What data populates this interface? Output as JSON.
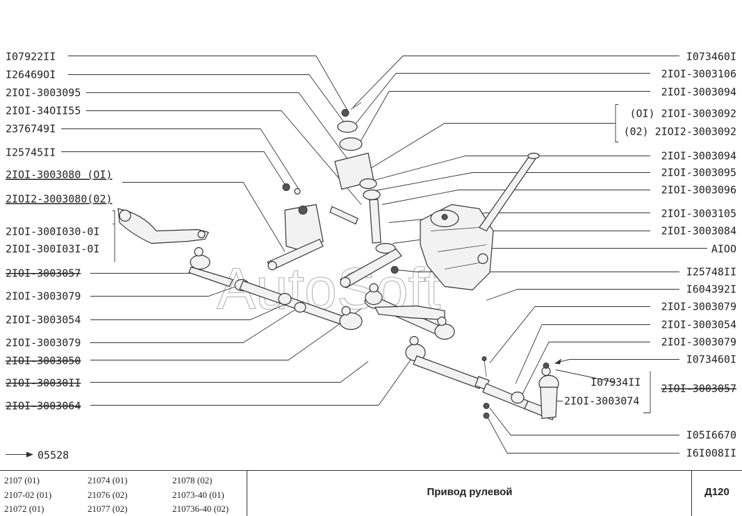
{
  "labels_left": [
    "I07922II",
    "I26469OI",
    "2IOI-3003095",
    "2IOI-34OII55",
    "2376749I",
    "I25745II",
    "2IOI-3003080 (OI)",
    "2IOI2-3003080(02)",
    "2IOI-300I030-0I",
    "2IOI-300I03I-0I",
    "2IOI-3003057",
    "2IOI-3003079",
    "2IOI-3003054",
    "2IOI-3003079",
    "2IOI-3003050",
    "2IOI-30030II",
    "2IOI-3003064"
  ],
  "labels_right": [
    "I073460I",
    "2IOI-3003106",
    "2IOI-3003094",
    "(OI)  2IOI-3003092",
    "(02) 2IOI2-3003092",
    "2IOI-3003094",
    "2IOI-3003095",
    "2IOI-3003096",
    "2IOI-3003105",
    "2IOI-3003084",
    "AIOO",
    "I25748II",
    "I604392I",
    "2IOI-3003079",
    "2IOI-3003054",
    "2IOI-3003079",
    "I073460I",
    "I05I6670",
    "I6I008II"
  ],
  "labels_inner": [
    "I07934II",
    "2IOI-3003074",
    "2IOI-3003057"
  ],
  "ref_note": "05528",
  "watermark": "AutoSoft",
  "footer": {
    "models": [
      [
        "2107 (01)",
        "21074 (01)",
        "21078 (02)"
      ],
      [
        "2107-02 (01)",
        "21076 (02)",
        "21073-40 (01)"
      ],
      [
        "21072 (01)",
        "21077 (02)",
        "210736-40 (02)"
      ]
    ],
    "title": "Привод рулевой",
    "code": "Д120"
  }
}
